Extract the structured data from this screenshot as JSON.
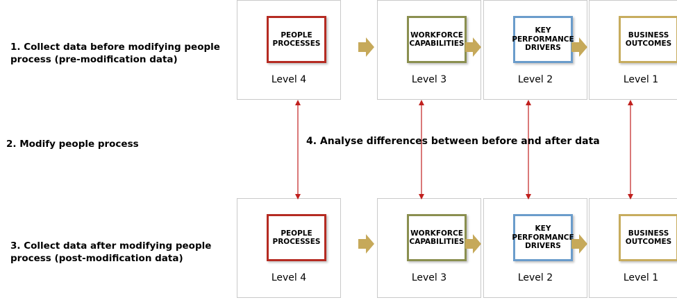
{
  "steps": {
    "step1": [
      "1. Collect data before modifying people",
      "process (pre-modification data)"
    ],
    "step2": "2. Modify people process",
    "step3": [
      "3. Collect data after modifying people",
      "process (post-modification data)"
    ],
    "step4": "4. Analyse differences between before and after data"
  },
  "rows": [
    {
      "name": "before",
      "panels": [
        {
          "box": [
            "PEOPLE",
            "PROCESSES"
          ],
          "level": "Level 4"
        },
        {
          "box": [
            "WORKFORCE",
            "CAPABILITIES"
          ],
          "level": "Level 3"
        },
        {
          "box": [
            "KEY",
            "PERFORMANCE",
            "DRIVERS"
          ],
          "level": "Level 2"
        },
        {
          "box": [
            "BUSINESS",
            "OUTCOMES"
          ],
          "level": "Level 1"
        }
      ]
    },
    {
      "name": "after",
      "panels": [
        {
          "box": [
            "PEOPLE",
            "PROCESSES"
          ],
          "level": "Level 4"
        },
        {
          "box": [
            "WORKFORCE",
            "CAPABILITIES"
          ],
          "level": "Level 3"
        },
        {
          "box": [
            "KEY",
            "PERFORMANCE",
            "DRIVERS"
          ],
          "level": "Level 2"
        },
        {
          "box": [
            "BUSINESS",
            "OUTCOMES"
          ],
          "level": "Level 1"
        }
      ]
    }
  ],
  "colors": {
    "people_processes": "#b52b22",
    "workforce_capabilities": "#8a8f4f",
    "key_performance_drivers": "#6a9ccb",
    "business_outcomes": "#c7ac5e",
    "flow_arrow": "#c6a95a",
    "comparison_arrow": "#c0201e"
  }
}
